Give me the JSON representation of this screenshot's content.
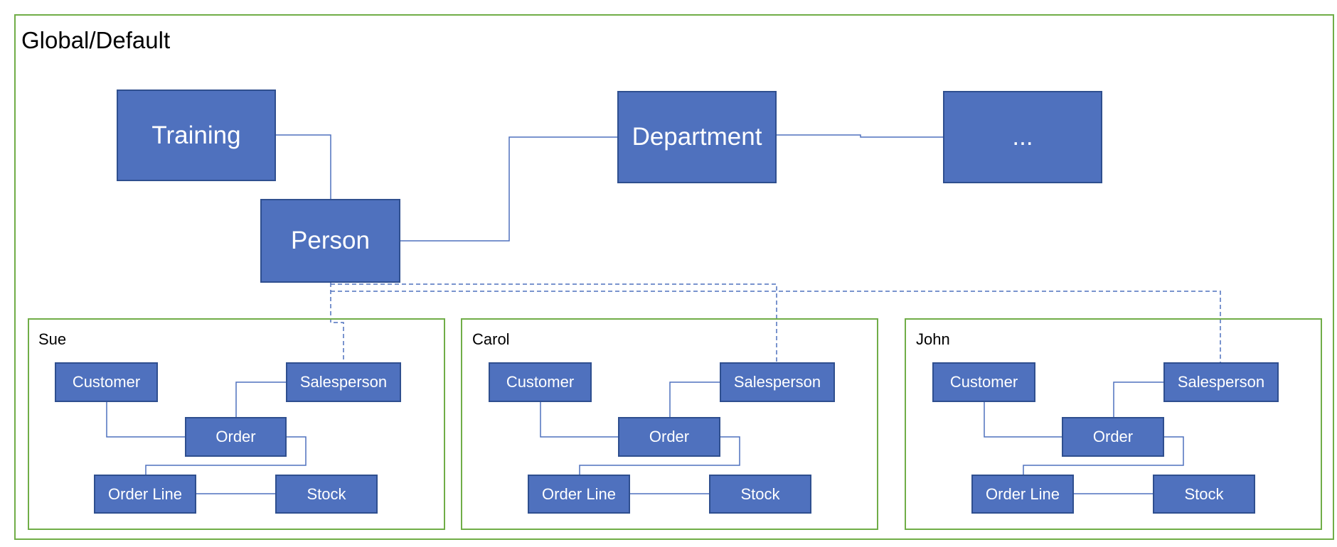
{
  "global": {
    "title": "Global/Default"
  },
  "entities": {
    "training": "Training",
    "person": "Person",
    "department": "Department",
    "more": "..."
  },
  "tenants": [
    {
      "name": "Sue",
      "customer": "Customer",
      "salesperson": "Salesperson",
      "order": "Order",
      "order_line": "Order Line",
      "stock": "Stock"
    },
    {
      "name": "Carol",
      "customer": "Customer",
      "salesperson": "Salesperson",
      "order": "Order",
      "order_line": "Order Line",
      "stock": "Stock"
    },
    {
      "name": "John",
      "customer": "Customer",
      "salesperson": "Salesperson",
      "order": "Order",
      "order_line": "Order Line",
      "stock": "Stock"
    }
  ],
  "colors": {
    "box_fill": "#4f71be",
    "box_border": "#2f4f8f",
    "frame": "#70ad47",
    "line": "#4f71be"
  }
}
